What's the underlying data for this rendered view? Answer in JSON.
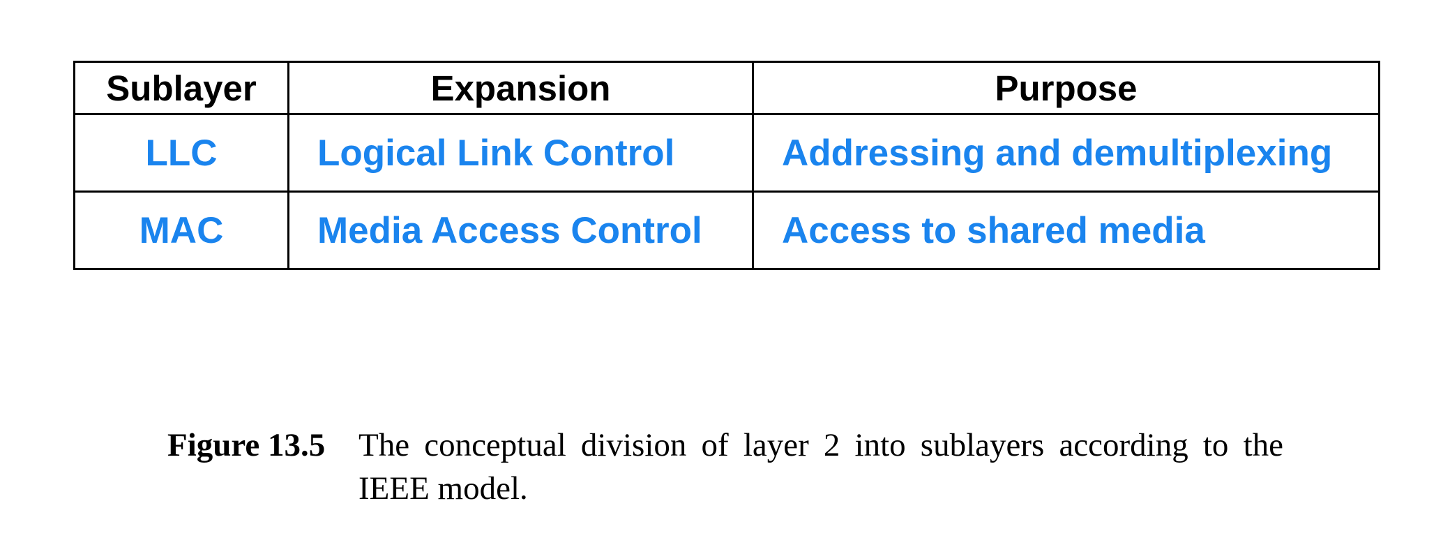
{
  "table": {
    "headers": [
      "Sublayer",
      "Expansion",
      "Purpose"
    ],
    "rows": [
      [
        "LLC",
        "Logical Link Control",
        "Addressing and demultiplexing"
      ],
      [
        "MAC",
        "Media Access Control",
        "Access to shared media"
      ]
    ]
  },
  "caption": {
    "label": "Figure 13.5",
    "text": "The conceptual division of layer 2 into sublayers according to the IEEE model."
  },
  "colors": {
    "cell_text": "#1a84ee",
    "header_text": "#000000",
    "border": "#000000"
  }
}
